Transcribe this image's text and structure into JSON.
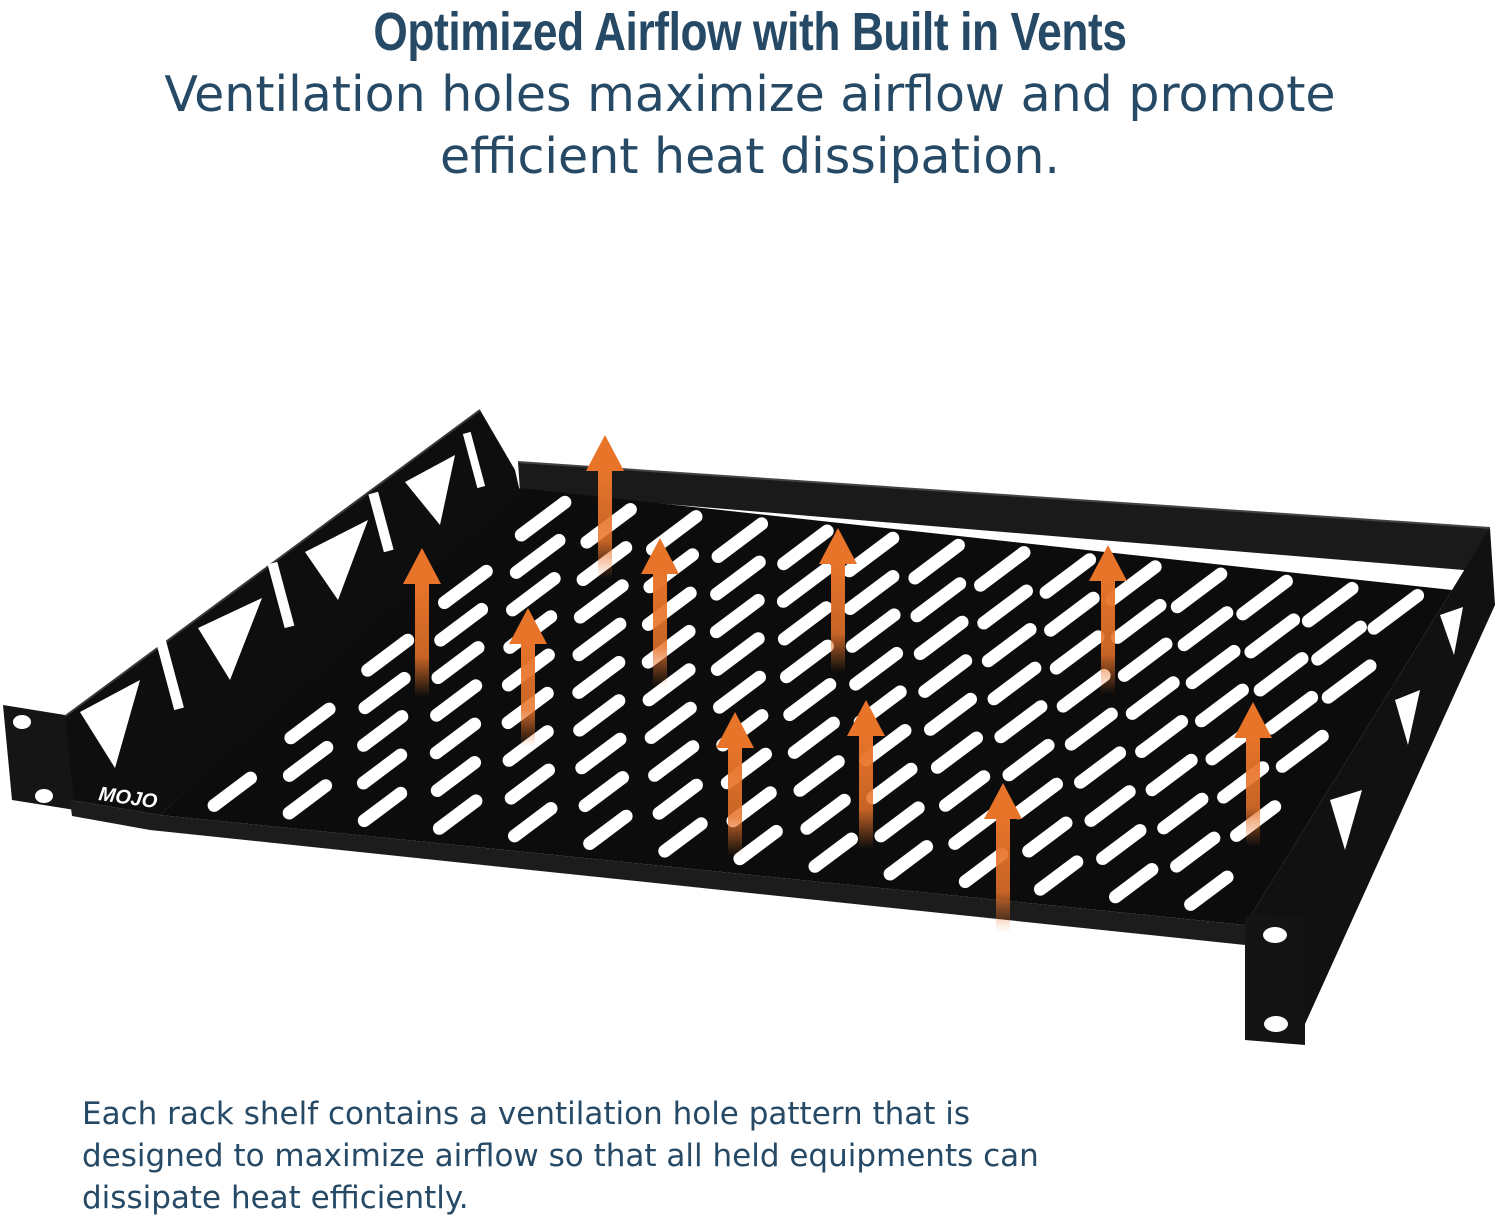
{
  "header": {
    "title": "Optimized Airflow with Built in Vents",
    "subtitle": "Ventilation holes maximize airflow and promote efficient heat dissipation."
  },
  "product": {
    "logo_text": "MOJO",
    "shelf_color": "#0d0d0d",
    "arrow_color": "#e8742a"
  },
  "description": {
    "text": "Each rack shelf contains a ventilation hole pattern that is designed to maximize airflow so that all held equipments can dissipate heat efficiently."
  }
}
